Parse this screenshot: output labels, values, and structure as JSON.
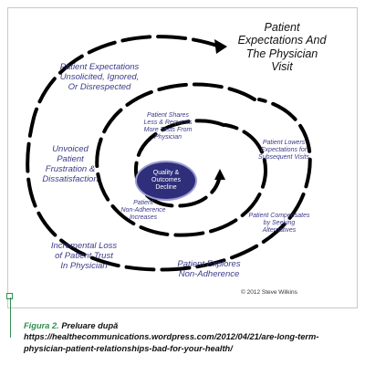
{
  "diagram": {
    "title": "Patient\nExpectations And\nThe Physician\nVisit",
    "center": "Quality &\nOutcomes\nDecline",
    "stages": [
      "Patient Expectations\nUnsolicited, Ignored,\nOr Disrespected",
      "Unvoiced\nPatient\nFrustration &\nDissatisfaction",
      "Incremental Loss\nof Patient Trust\nIn Physician",
      "Patient Explores\nNon-Adherence",
      "Patient Compensates\nby Seeking\nAlternatives",
      "Patient Lowers\nExpectations for\nSubsequent Visits",
      "Patient Shares\nLess & Requests\nMore Tests From\nPhysician",
      "Patient\nNon-Adherence\nIncreases"
    ],
    "copyright": "© 2012 Steve Wilkins"
  },
  "caption": {
    "label": "Figura 2.",
    "text": " Preluare după https://healthecommunications.wordpress.com/2012/04/21/are-long-term-physician-patient-relationships-bad-for-your-health/"
  },
  "colors": {
    "label_blue": "#3b3b8a",
    "center_fill": "#2e2e7a",
    "caption_accent": "#2f8f4f"
  }
}
